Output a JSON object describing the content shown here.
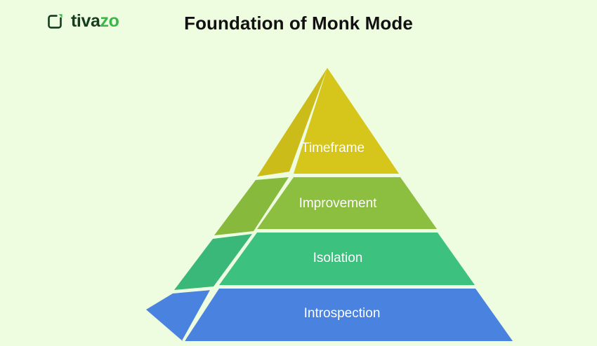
{
  "brand": {
    "icon_name": "tivazo-bracket-logo-icon",
    "name_part_1": "tiva",
    "name_part_2": "zo",
    "color_dark": "#143d1f",
    "color_accent": "#3cb54a"
  },
  "header": {
    "title": "Foundation of Monk Mode"
  },
  "canvas": {
    "background_color": "#eefce0",
    "divider_color": "#ffffff"
  },
  "chart_data": {
    "type": "pyramid",
    "title": "Foundation of Monk Mode",
    "orientation": "apex-top",
    "level_count": 4,
    "levels": [
      {
        "rank": 1,
        "label": "Timeframe",
        "color": "#d6c61c",
        "side_color": "#ccbc1a",
        "label_color": "#ffffff"
      },
      {
        "rank": 2,
        "label": "Improvement",
        "color": "#8cbf3f",
        "side_color": "#86b93c",
        "label_color": "#ffffff"
      },
      {
        "rank": 3,
        "label": "Isolation",
        "color": "#3cc27e",
        "side_color": "#3ab87a",
        "label_color": "#ffffff"
      },
      {
        "rank": 4,
        "label": "Introspection",
        "color": "#4a82e0",
        "side_color": "#4a82e0",
        "label_color": "#ffffff"
      }
    ]
  }
}
